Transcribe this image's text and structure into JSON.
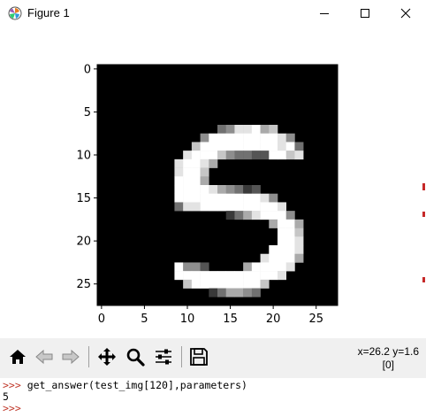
{
  "window": {
    "title": "Figure 1",
    "minimize_icon": "minimize-icon",
    "maximize_icon": "maximize-icon",
    "close_icon": "close-icon"
  },
  "figure": {
    "x_ticks": [
      "0",
      "5",
      "10",
      "15",
      "20",
      "25"
    ],
    "y_ticks": [
      "0",
      "5",
      "10",
      "15",
      "20",
      "25"
    ],
    "colormap": "gray",
    "background": "#000000"
  },
  "chart_data": {
    "type": "heatmap",
    "grid": "28x28",
    "xlim": [
      -0.5,
      27.5
    ],
    "ylim": [
      27.5,
      -0.5
    ],
    "values_scale": "0-9",
    "rows": [
      "0000000000000000000000000000",
      "0000000000000000000000000000",
      "0000000000000000000000000000",
      "0000000000000000000000000000",
      "0000000000000000000000000000",
      "0000000000000000000000000000",
      "0000000000000000000000000000",
      "0000000000000045889670000000",
      "0000000000005999999998500000",
      "0000000000079999999998940000",
      "0000000000899975443399780000",
      "0000000008998600000000000000",
      "0000000008997000000000000000",
      "0000000009996000000000000000",
      "0000000009999865423000000000",
      "0000000009999999999850000000",
      "0000000004889999999998000000",
      "0000000000000002468999500000",
      "0000000000000000000069960000",
      "0000000000000000000009970000",
      "0000000000000000000009980000",
      "0000000000000000000099980000",
      "0000000000000000000899960000",
      "0000000009553000069999800000",
      "0000000009999999999998000000",
      "0000000000799999999700000000",
      "0000000000000246654000000000",
      "0000000000000000000000000000"
    ]
  },
  "toolbar": {
    "buttons": [
      {
        "name": "home-button",
        "icon": "home-icon"
      },
      {
        "name": "back-button",
        "icon": "arrow-left-icon"
      },
      {
        "name": "forward-button",
        "icon": "arrow-right-icon"
      },
      {
        "name": "pan-button",
        "icon": "move-icon"
      },
      {
        "name": "zoom-button",
        "icon": "search-icon"
      },
      {
        "name": "configure-subplots-button",
        "icon": "sliders-icon"
      },
      {
        "name": "save-button",
        "icon": "save-icon"
      }
    ],
    "coords_line1": "x=26.2 y=1.6",
    "coords_line2": "[0]"
  },
  "console": {
    "prompt": ">>>",
    "command": " get_answer(test_img[120],parameters)",
    "output": "5",
    "empty_prompt": ">>>"
  }
}
